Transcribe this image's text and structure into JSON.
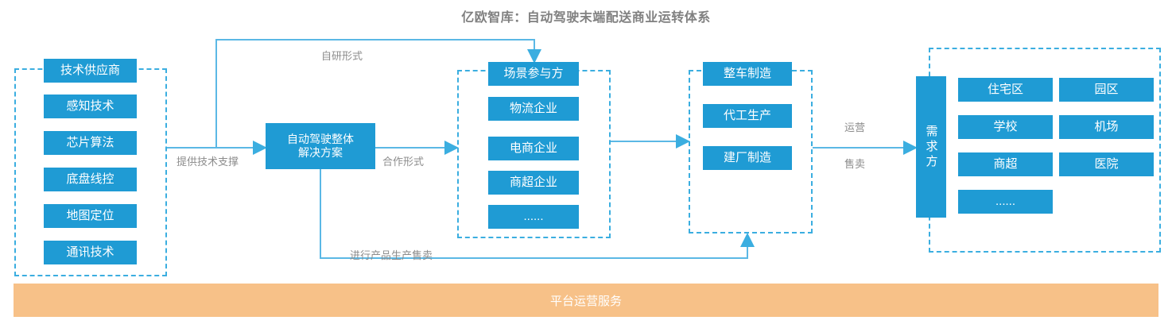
{
  "title": "亿欧智库：自动驾驶末端配送商业运转体系",
  "groups": {
    "tech_supplier": {
      "header": "技术供应商",
      "items": [
        "感知技术",
        "芯片算法",
        "底盘线控",
        "地图定位",
        "通讯技术"
      ]
    },
    "scene_party": {
      "header": "场景参与方",
      "items": [
        "物流企业",
        "电商企业",
        "商超企业",
        "......"
      ]
    },
    "manufacturing": {
      "header": "整车制造",
      "items": [
        "代工生产",
        "建厂制造"
      ]
    },
    "demand_side": {
      "header": "需求方",
      "items_left": [
        "住宅区",
        "学校",
        "商超",
        "......"
      ],
      "items_right": [
        "园区",
        "机场",
        "医院"
      ]
    }
  },
  "center": {
    "line1": "自动驾驶整体",
    "line2": "解决方案"
  },
  "connectors": {
    "self_research": "自研形式",
    "tech_support": "提供技术支撑",
    "cooperation": "合作形式",
    "production_sales": "进行产品生产售卖",
    "operation": "运营",
    "selling": "售卖"
  },
  "footer": {
    "platform_service": "平台运营服务"
  },
  "colors": {
    "primary_blue": "#1F9BD4",
    "dash_blue": "#3BAEE0",
    "line_blue": "#5BB8E5",
    "orange": "#F7C188",
    "label_gray": "#8C8C8C",
    "title_gray": "#808080"
  }
}
